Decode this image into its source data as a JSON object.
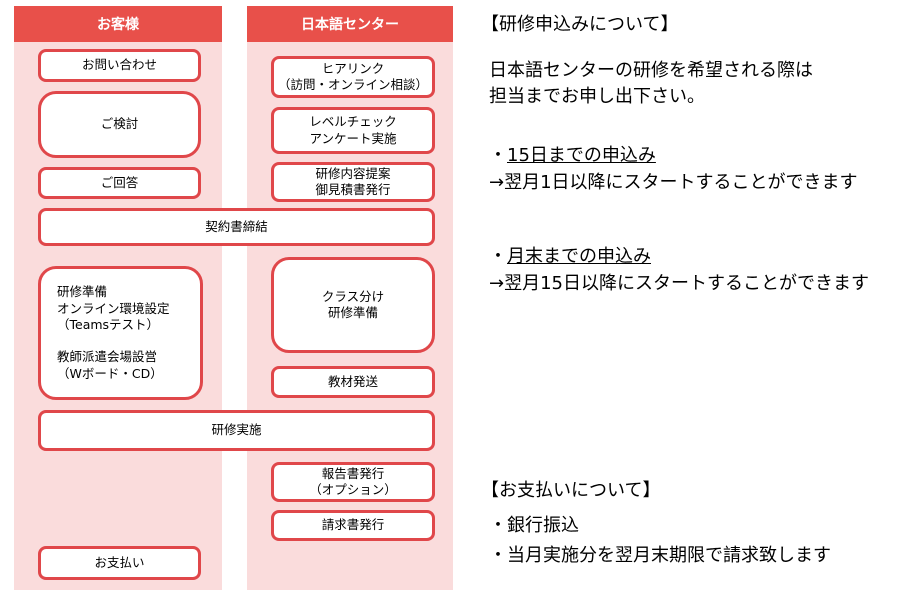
{
  "lanes": {
    "customer_header": "お客様",
    "center_header": "日本語センター"
  },
  "steps": {
    "inquiry": "お問い合わせ",
    "hearing": "ヒアリンク\n（訪問・オンライン相談）",
    "review": "ご検討",
    "level_check": "レベルチェック\nアンケート実施",
    "proposal": "研修内容提案\n御見積書発行",
    "reply": "ご回答",
    "contract": "契約書締結",
    "prep_customer": "研修準備\nオンライン環境設定\n（Teamsテスト）\n\n教師派遣会場設営\n（Wボード・CD）",
    "class_prep": "クラス分け\n研修準備",
    "materials": "教材発送",
    "training": "研修実施",
    "report": "報告書発行\n（オプション）",
    "invoice": "請求書発行",
    "payment": "お支払い"
  },
  "application": {
    "title": "【研修申込みについて】",
    "line1": "日本語センターの研修を希望される際は",
    "line2": "担当までお申し出下さい。",
    "case1_label": "15日までの申込み",
    "case1_result": "→翌月1日以降にスタートすることができます",
    "case2_label": "月末までの申込み",
    "case2_result": "→翌月15日以降にスタートすることができます",
    "bullet": "・"
  },
  "payment_info": {
    "title": "【お支払いについて】",
    "item1": "・銀行振込",
    "item2": "・当月実施分を翌月末期限で請求致します"
  }
}
